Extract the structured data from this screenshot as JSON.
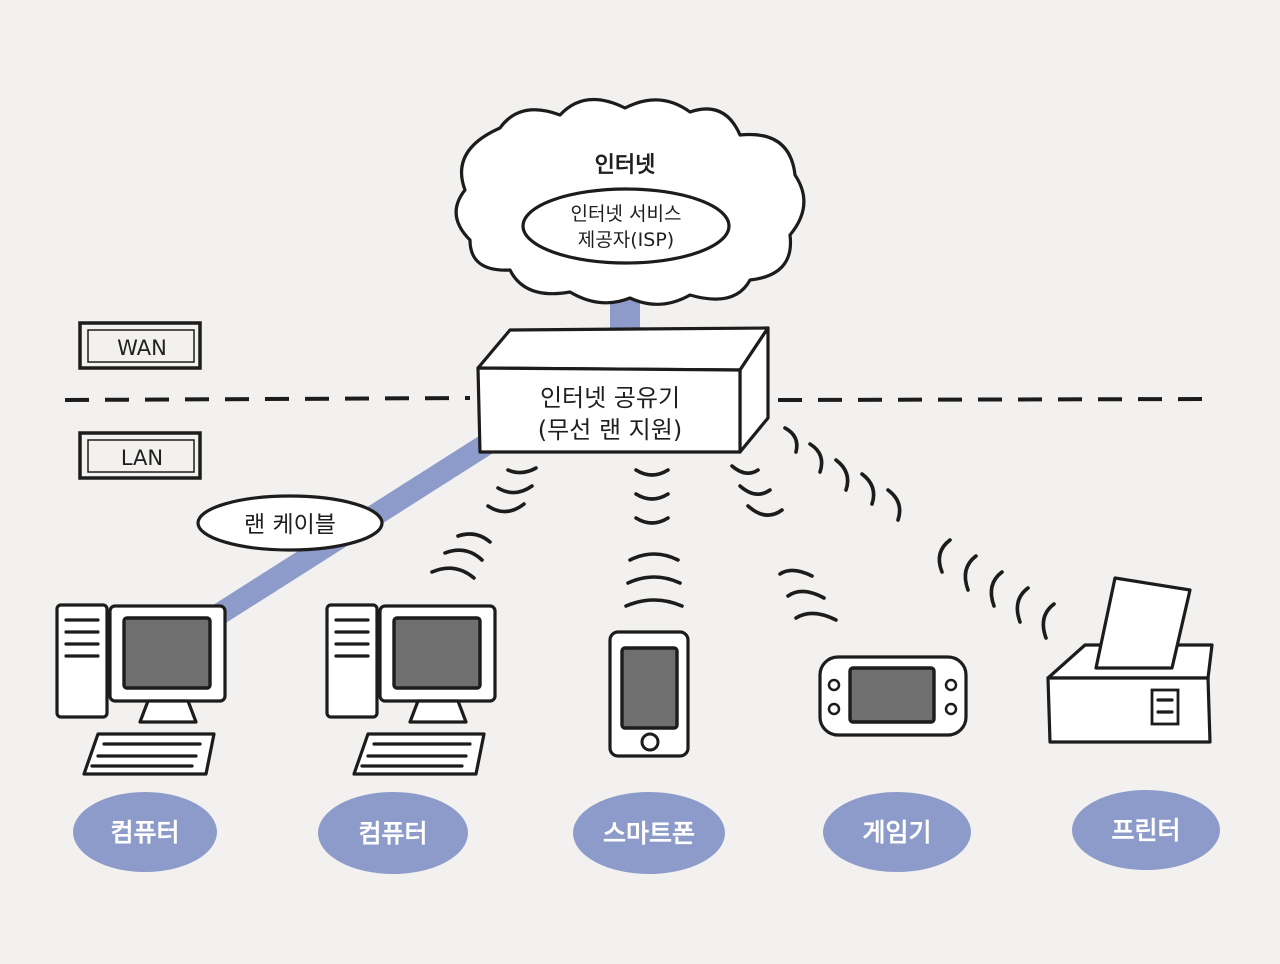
{
  "internet": {
    "label": "인터넷"
  },
  "isp": {
    "line1": "인터넷 서비스",
    "line2": "제공자(ISP)"
  },
  "router": {
    "line1": "인터넷 공유기",
    "line2": "(무선 랜 지원)"
  },
  "zones": {
    "wan": "WAN",
    "lan": "LAN"
  },
  "cable": {
    "label": "랜 케이블"
  },
  "devices": [
    {
      "label": "컴퓨터",
      "icon": "desktop-computer-icon"
    },
    {
      "label": "컴퓨터",
      "icon": "desktop-computer-icon"
    },
    {
      "label": "스마트폰",
      "icon": "smartphone-icon"
    },
    {
      "label": "게임기",
      "icon": "game-console-icon"
    },
    {
      "label": "프린터",
      "icon": "printer-icon"
    }
  ],
  "colors": {
    "accent": "#8c9bc9",
    "ink": "#1c1c1c",
    "paper": "#f2f1ef",
    "screen": "#6f6f6f"
  }
}
